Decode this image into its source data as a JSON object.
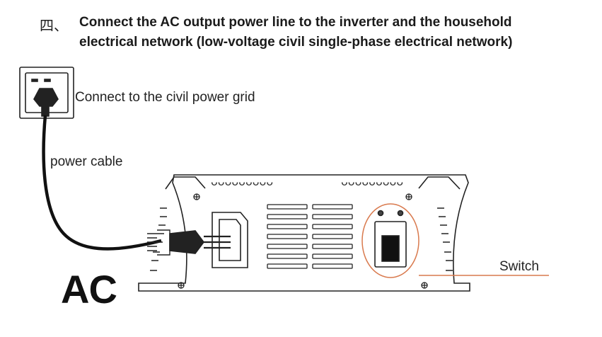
{
  "heading": {
    "step_prefix": "四、",
    "line1": "Connect the AC output power line to the inverter and the household",
    "line2": "electrical network (low-voltage civil single-phase electrical network)"
  },
  "labels": {
    "grid": "Connect to the civil power grid",
    "cable": "power cable",
    "switch": "Switch",
    "ac": "AC"
  },
  "colors": {
    "line": "#222222",
    "highlight": "#d97a4e"
  },
  "icons": {
    "outlet": "wall-socket-icon",
    "plug": "power-plug-icon",
    "inverter": "inverter-device",
    "switch": "rocker-switch-icon"
  }
}
